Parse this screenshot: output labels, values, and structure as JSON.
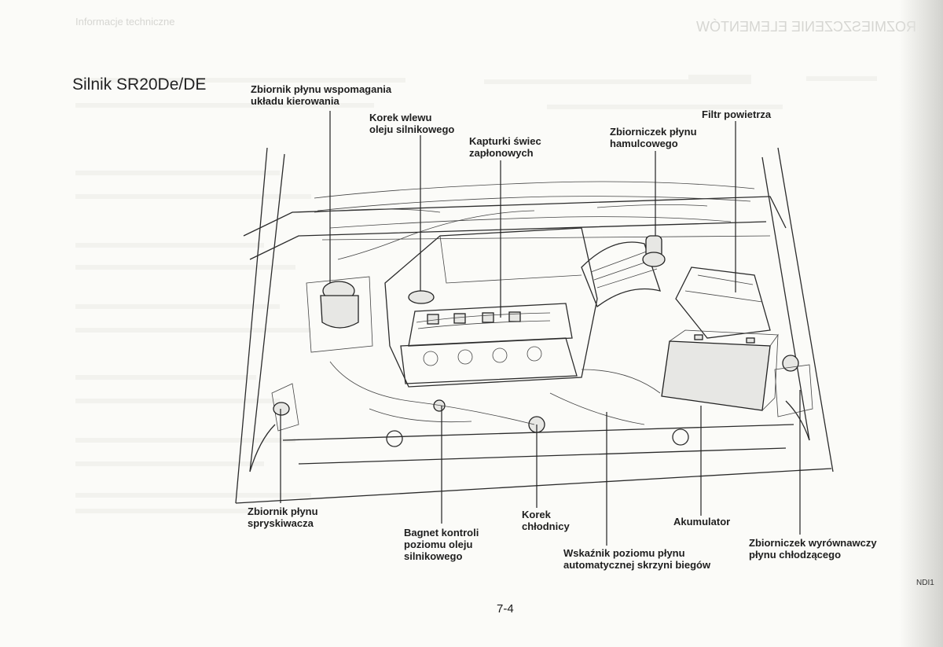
{
  "header": {
    "left_running": "Informacje techniczne",
    "right_running": "ROZMIESZCZENIE ELEMENTÓW"
  },
  "title": "Silnik SR20De/DE",
  "labels": {
    "power_steering": "Zbiornik płynu wspomagania\nukładu kierowania",
    "oil_cap": "Korek wlewu\noleju silnikowego",
    "spark_caps": "Kapturki świec\nzapłonowych",
    "brake_reservoir": "Zbiorniczek płynu\nhamulcowego",
    "air_filter": "Filtr powietrza",
    "washer_tank": "Zbiornik płynu\nspryskiwacza",
    "dipstick": "Bagnet kontroli\npoziomu oleju\nsilnikowego",
    "radiator_cap": "Korek\nchłodnicy",
    "atf_dipstick": "Wskaźnik poziomu płynu\nautomatycznej skrzyni biegów",
    "battery": "Akumulator",
    "coolant_reservoir": "Zbiorniczek wyrównawczy\npłynu chłodzącego"
  },
  "page_number": "7-4",
  "edge_code": "NDI1"
}
